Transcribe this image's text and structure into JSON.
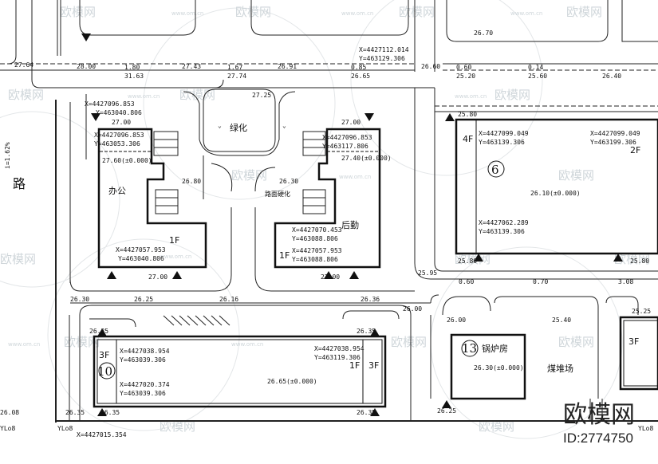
{
  "watermark": {
    "brand": "欧模网",
    "url": "www.om.cn",
    "id": "ID:2774750"
  },
  "labels": {
    "greening": "绿化",
    "road_hardening": "路面硬化",
    "coal_yard": "煤堆场",
    "road": "路",
    "slope": "i=1.62%"
  },
  "buildings": {
    "office": {
      "name": "办公",
      "floors": "1F",
      "c0x": "X=4427096.853",
      "c0y": "Y=463040.806",
      "c1x": "X=4427096.853",
      "c1y": "Y=463053.306",
      "elev": "27.60(±0.000)",
      "c2x": "X=4427057.953",
      "c2y": "Y=463040.806"
    },
    "logistics": {
      "name": "后勤",
      "floors": "1F",
      "c1x": "X=4427096.853",
      "c1y": "Y=463117.806",
      "elev": "27.40(±0.000)",
      "c2x": "X=4427070.453",
      "c2y": "Y=463088.806",
      "c3x": "X=4427057.953",
      "c3y": "Y=463088.806"
    },
    "b6": {
      "number": "6",
      "floors_left": "4F",
      "floors_right": "2F",
      "c1x": "X=4427099.049",
      "c1y": "Y=463139.306",
      "c2x": "X=4427099.049",
      "c2y": "Y=463199.306",
      "c3x": "X=4427062.289",
      "c3y": "Y=463139.306",
      "elev": "26.10(±0.000)"
    },
    "b10": {
      "number": "10",
      "floors_left": "3F",
      "floors_mid": "1F",
      "floors_right": "3F",
      "c1x": "X=4427038.954",
      "c1y": "Y=463039.306",
      "c2x": "X=4427038.954",
      "c2y": "Y=463119.306",
      "c3x": "X=4427020.374",
      "c3y": "Y=463039.306",
      "elev": "26.65(±0.000)"
    },
    "b13": {
      "number": "13",
      "name": "锅炉房",
      "elev": "26.30(±0.000)"
    },
    "right": {
      "floors": "3F"
    }
  },
  "elevations": {
    "e2764": "27.64",
    "e2800": "28.00",
    "e180": "1.80",
    "e3163": "31.63",
    "e2743": "27.43",
    "e167": "1.67",
    "e2774": "27.74",
    "e2691": "26.91",
    "e085": "0.85",
    "e2665": "26.65",
    "e2660": "26.60",
    "e060": "0.60",
    "e2520": "25.20",
    "e014": "0.14",
    "e2560": "25.60",
    "e2640": "26.40",
    "e2670": "26.70",
    "top_x": "X=4427112.014",
    "top_y": "Y=463129.306",
    "e2725": "27.25",
    "e2700a": "27.00",
    "e2700b": "27.00",
    "e2680": "26.80",
    "e2630": "26.30",
    "e2700c": "27.00",
    "e2700d": "27.00",
    "e2630b": "26.30",
    "e2625": "26.25",
    "e2616": "26.16",
    "e2636": "26.36",
    "e2600": "26.00",
    "e2635a": "26.35",
    "e2635b": "26.35",
    "e2635c": "26.35",
    "e2635d": "26.35",
    "e2635e": "26.35",
    "e2625b": "26.25",
    "e2600b": "26.00",
    "e2540": "25.40",
    "e2595": "25.95",
    "e2608": "26.08",
    "e2580a": "25.80",
    "e2580b": "25.80",
    "e2580c": "25.80",
    "e2525": "25.25",
    "yl1": "YLo8",
    "yl2": "YLo8",
    "yl3": "YLo8",
    "bottom_x": "X=4427015.354",
    "e060b": "0.60",
    "e070": "0.70",
    "e308": "3.08"
  }
}
